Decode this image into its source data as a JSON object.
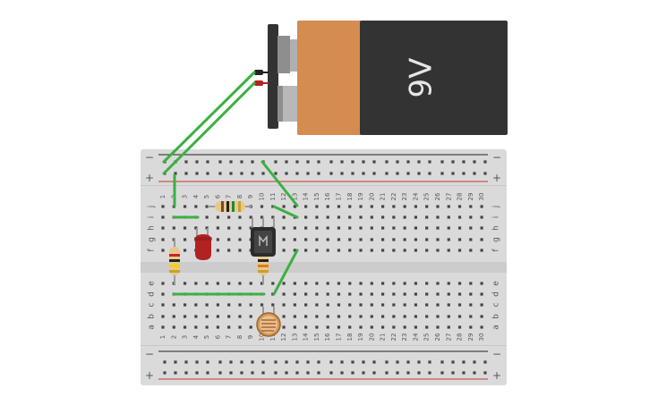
{
  "battery": {
    "label": "9V",
    "colors": {
      "body": "#333333",
      "band": "#d48c50",
      "cap": "#333333",
      "terminal": "#999999"
    }
  },
  "breadboard": {
    "columns": 30,
    "top_rows": [
      "j",
      "i",
      "h",
      "g",
      "f"
    ],
    "bottom_rows": [
      "e",
      "d",
      "c",
      "b",
      "a"
    ],
    "rail_minus_symbol": "−",
    "rail_plus_symbol": "+",
    "colors": {
      "board": "#dadada",
      "hole": "#444444",
      "rail_red": "#c0392b",
      "rail_dark": "#222222"
    }
  },
  "components": [
    {
      "type": "resistor",
      "name": "resistor-horizontal",
      "bands": [
        "#7a4a1e",
        "#222222",
        "#1a8a3a",
        "#c8a030"
      ]
    },
    {
      "type": "resistor",
      "name": "resistor-vertical-left",
      "bands": [
        "#cc2222",
        "#222222",
        "#f5d000",
        "#c8a030"
      ]
    },
    {
      "type": "resistor",
      "name": "resistor-vertical-center",
      "bands": [
        "#7a4a1e",
        "#222222",
        "#e07a1a",
        "#c8a030"
      ]
    },
    {
      "type": "led",
      "name": "red-led",
      "color": "#b22222"
    },
    {
      "type": "transistor",
      "name": "npn-transistor",
      "color": "#2c2c2c"
    },
    {
      "type": "photoresistor",
      "name": "photoresistor",
      "color": "#d49a5a"
    }
  ],
  "wire_color": "#3cb043"
}
